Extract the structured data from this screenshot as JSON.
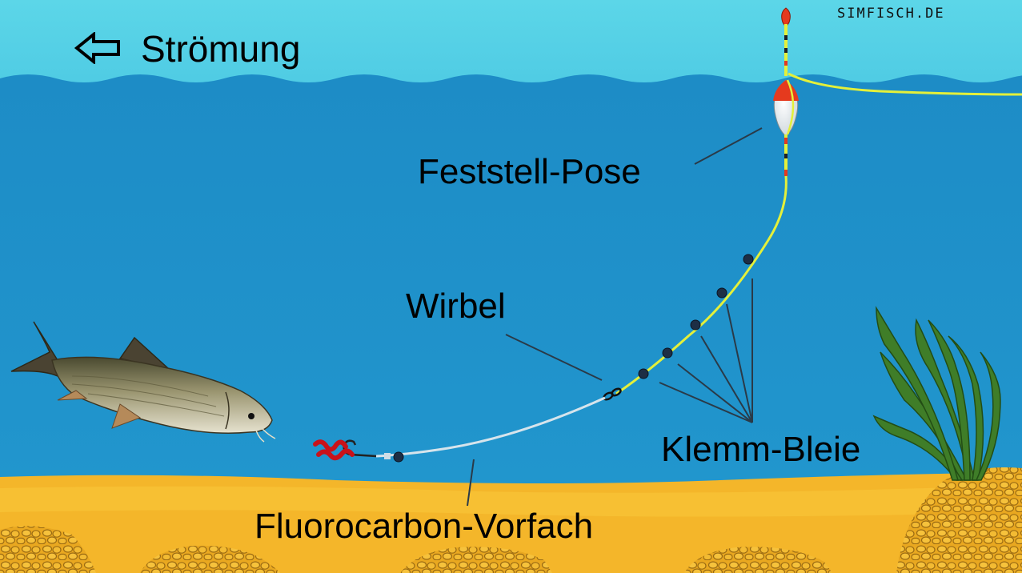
{
  "labels": {
    "current": "Strömung",
    "float": "Feststell-Pose",
    "swivel": "Wirbel",
    "split_shots": "Klemm-Bleie",
    "leader": "Fluorocarbon-Vorfach"
  },
  "watermark": "SIMFISCH.DE",
  "icons": {
    "current_arrow": "arrow-left-outline-icon"
  },
  "colors": {
    "sky": "#5ad4e6",
    "water": "#1e8fc8",
    "sand": "#f4b92a",
    "main_line": "#e4f03a",
    "leader": "#d6e4ec",
    "float_tip": "#e53a1e",
    "split_shot": "#1d2e45",
    "plant": "#3d7a26",
    "pointer_line": "#2a3a48"
  },
  "split_shot_count": 5
}
